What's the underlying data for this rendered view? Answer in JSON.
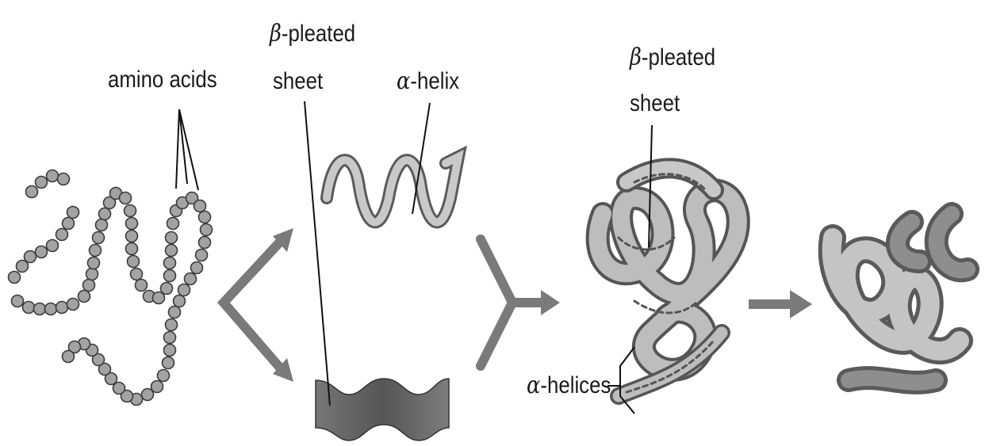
{
  "labels": {
    "amino_acids": "amino acids",
    "beta_greek": "β",
    "beta_pleated": "-pleated",
    "sheet": "sheet",
    "alpha_greek": "α",
    "alpha_helix_suffix": "-helix",
    "alpha_helices_suffix": "-helices"
  },
  "colors": {
    "bead": "#a3a3a3",
    "bead_stroke": "#3a3a3a",
    "arrow": "#7a7a7a",
    "ribbon_light": "#bdbdbd",
    "ribbon_dark": "#6e6e6e"
  }
}
